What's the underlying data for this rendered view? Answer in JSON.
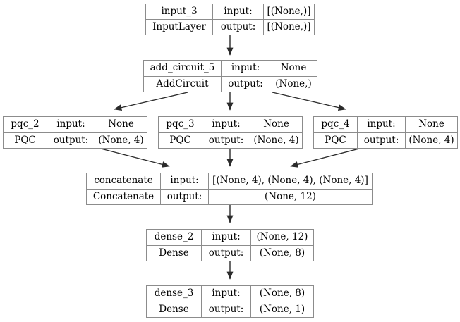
{
  "diagram": {
    "title": "keras-model-graph",
    "background": "#ffffff",
    "border_color": "#8c8c8c",
    "edge_color": "#2b2b2b",
    "text_color": "#000000",
    "row_labels": {
      "input": "input:",
      "output": "output:"
    },
    "nodes": [
      {
        "id": "input_3",
        "name": "input_3",
        "class_name": "InputLayer",
        "input_label": "input:",
        "output_label": "output:",
        "input_shape": "[(None,)]",
        "output_shape": "[(None,)]"
      },
      {
        "id": "add_circuit_5",
        "name": "add_circuit_5",
        "class_name": "AddCircuit",
        "input_label": "input:",
        "output_label": "output:",
        "input_shape": "None",
        "output_shape": "(None,)"
      },
      {
        "id": "pqc_2",
        "name": "pqc_2",
        "class_name": "PQC",
        "input_label": "input:",
        "output_label": "output:",
        "input_shape": "None",
        "output_shape": "(None, 4)"
      },
      {
        "id": "pqc_3",
        "name": "pqc_3",
        "class_name": "PQC",
        "input_label": "input:",
        "output_label": "output:",
        "input_shape": "None",
        "output_shape": "(None, 4)"
      },
      {
        "id": "pqc_4",
        "name": "pqc_4",
        "class_name": "PQC",
        "input_label": "input:",
        "output_label": "output:",
        "input_shape": "None",
        "output_shape": "(None, 4)"
      },
      {
        "id": "concatenate",
        "name": "concatenate",
        "class_name": "Concatenate",
        "input_label": "input:",
        "output_label": "output:",
        "input_shape": "[(None, 4), (None, 4), (None, 4)]",
        "output_shape": "(None, 12)"
      },
      {
        "id": "dense_2",
        "name": "dense_2",
        "class_name": "Dense",
        "input_label": "input:",
        "output_label": "output:",
        "input_shape": "(None, 12)",
        "output_shape": "(None, 8)"
      },
      {
        "id": "dense_3",
        "name": "dense_3",
        "class_name": "Dense",
        "input_label": "input:",
        "output_label": "output:",
        "input_shape": "(None, 8)",
        "output_shape": "(None, 1)"
      }
    ],
    "edges": [
      {
        "from": "input_3",
        "to": "add_circuit_5"
      },
      {
        "from": "add_circuit_5",
        "to": "pqc_2"
      },
      {
        "from": "add_circuit_5",
        "to": "pqc_3"
      },
      {
        "from": "add_circuit_5",
        "to": "pqc_4"
      },
      {
        "from": "pqc_2",
        "to": "concatenate"
      },
      {
        "from": "pqc_3",
        "to": "concatenate"
      },
      {
        "from": "pqc_4",
        "to": "concatenate"
      },
      {
        "from": "concatenate",
        "to": "dense_2"
      },
      {
        "from": "dense_2",
        "to": "dense_3"
      }
    ]
  }
}
